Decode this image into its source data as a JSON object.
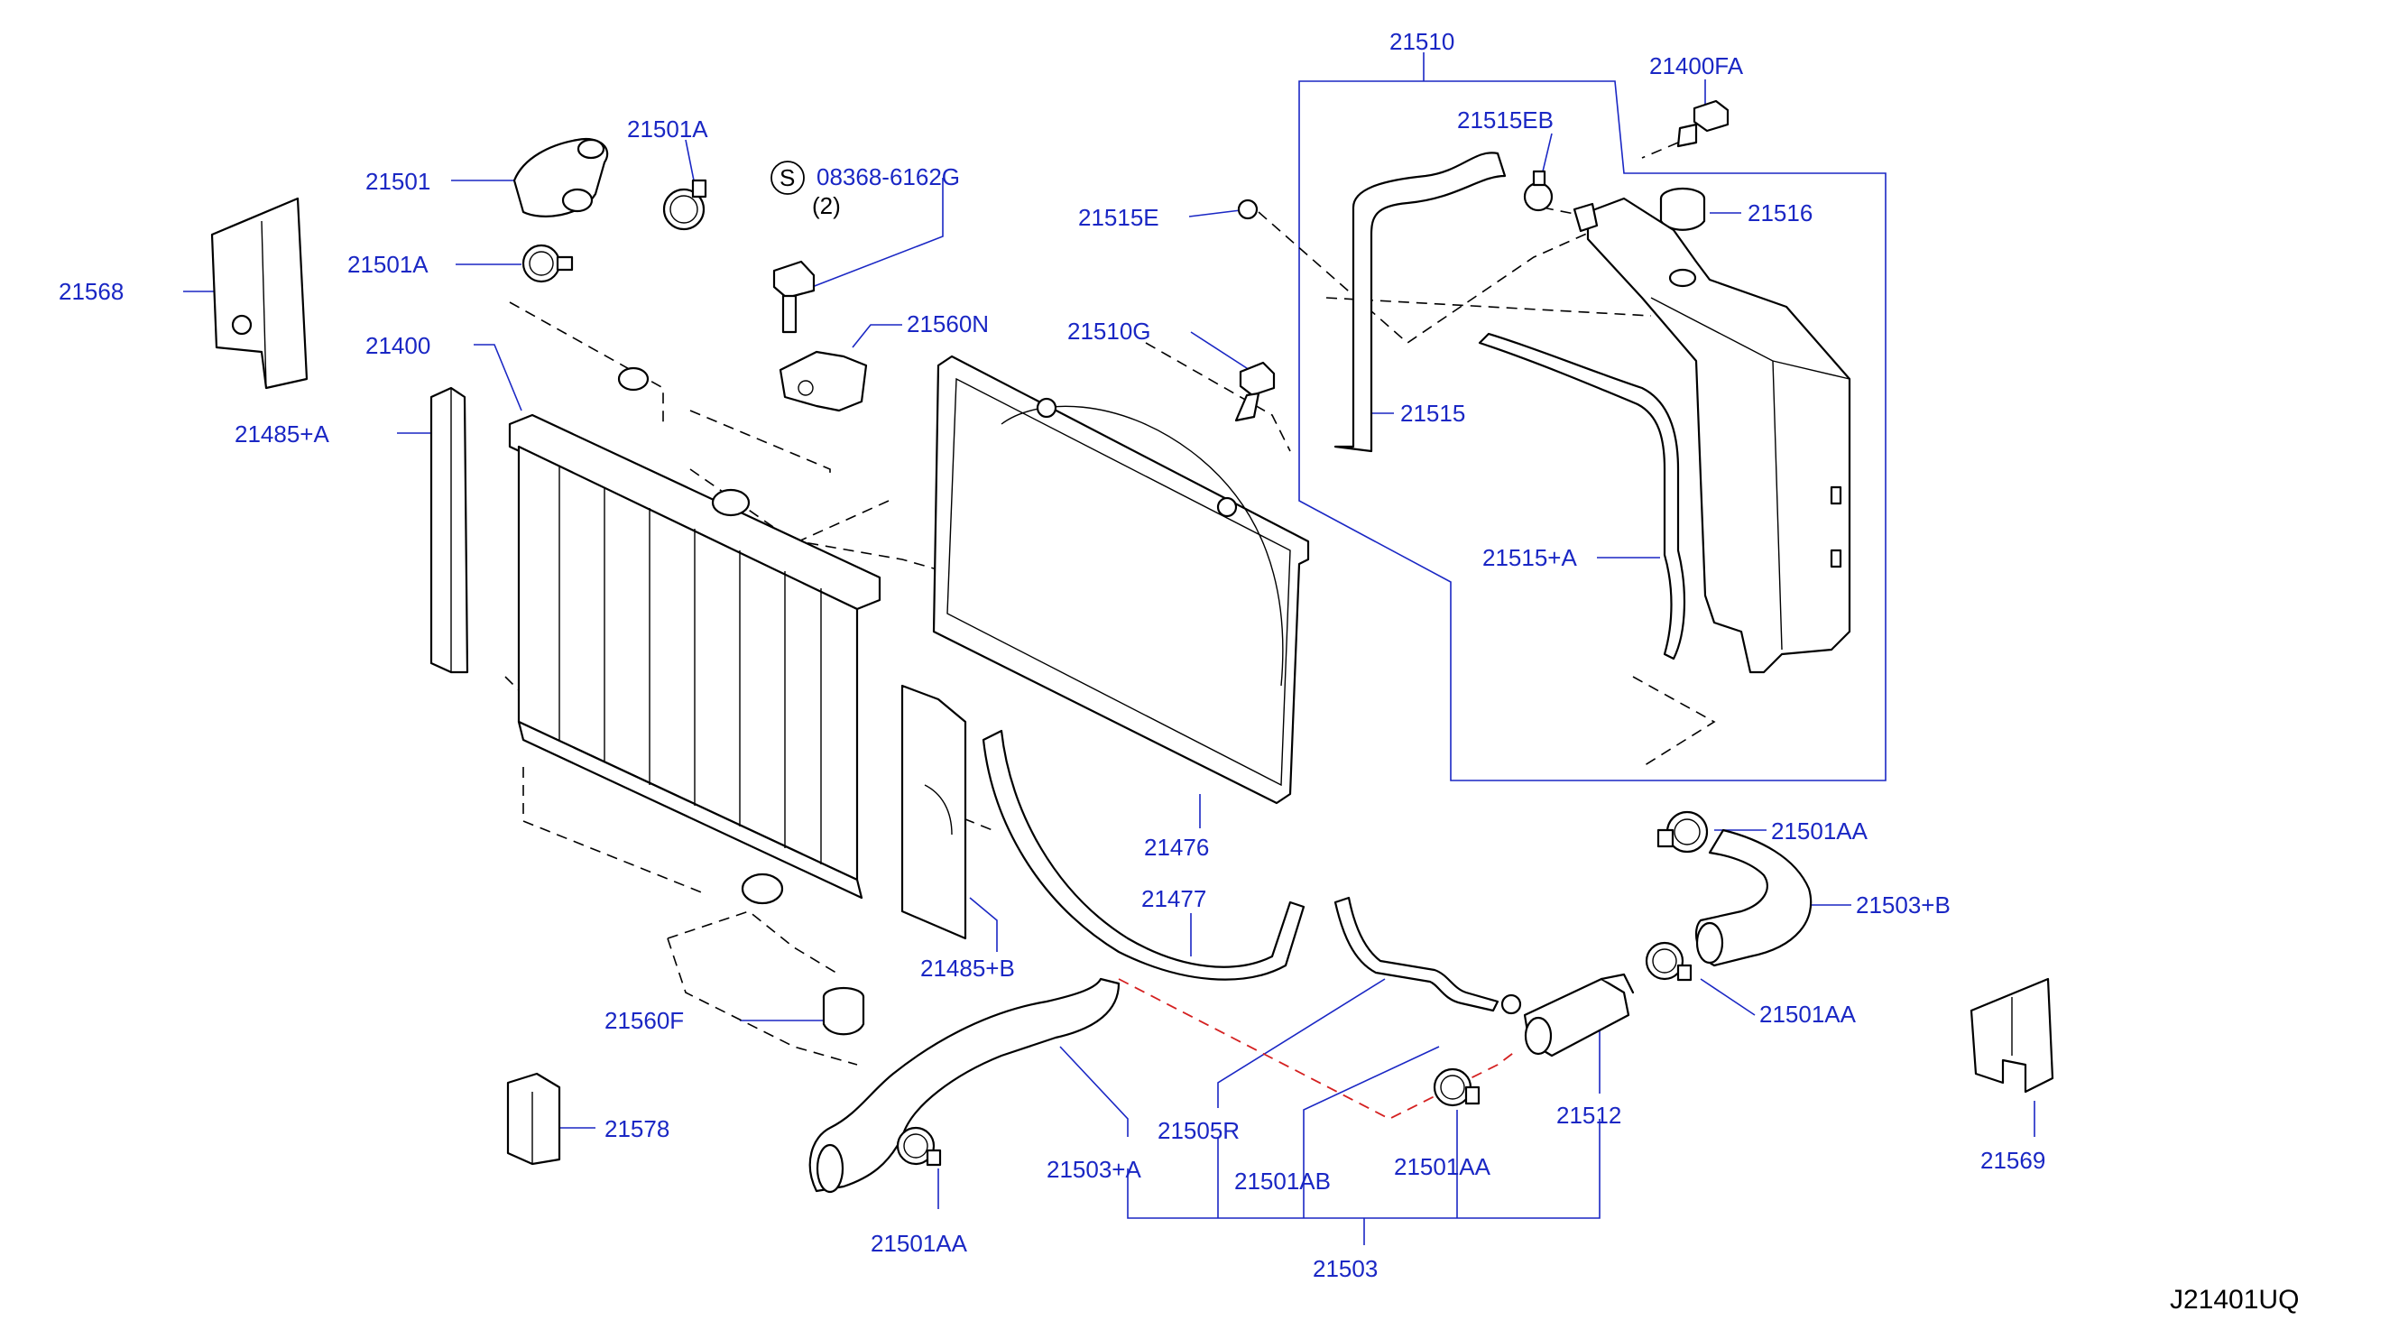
{
  "diagram_code": "J21401UQ",
  "colors": {
    "label": "#1a27c4",
    "outline": "#000000",
    "reference_line": "#d42020"
  },
  "symbols": {
    "standard_part_symbol": "S"
  },
  "labels": {
    "p21510": "21510",
    "p21400FA": "21400FA",
    "p21515EB": "21515EB",
    "p21501A_top": "21501A",
    "p08368": "08368-6162G",
    "p08368_qty": "(2)",
    "p21501": "21501",
    "p21515E": "21515E",
    "p21516": "21516",
    "p21501A_mid": "21501A",
    "p21568": "21568",
    "p21560N": "21560N",
    "p21510G": "21510G",
    "p21400": "21400",
    "p21515": "21515",
    "p21485A": "21485+A",
    "p21515A": "21515+A",
    "p21501AA_r1": "21501AA",
    "p21476": "21476",
    "p21503B": "21503+B",
    "p21477": "21477",
    "p21485B": "21485+B",
    "p21501AA_r2": "21501AA",
    "p21560F": "21560F",
    "p21512": "21512",
    "p21578": "21578",
    "p21505R": "21505R",
    "p21569": "21569",
    "p21503A": "21503+A",
    "p21501AA_c": "21501AA",
    "p21501AB": "21501AB",
    "p21501AA_b": "21501AA",
    "p21503": "21503"
  }
}
